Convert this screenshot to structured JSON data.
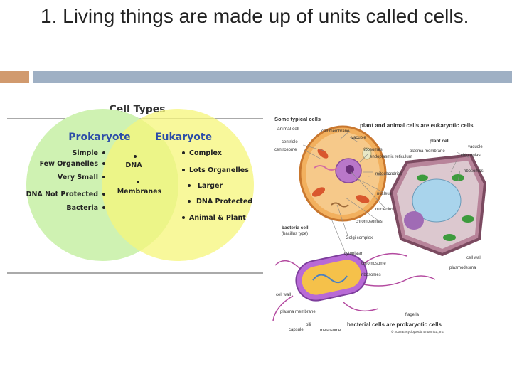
{
  "slide": {
    "title": "1. Living things are made up of units called cells."
  },
  "colors": {
    "band_left": "#d19a6e",
    "band_right": "#9fb0c4",
    "prokaryote_circle": "#cff2b2",
    "eukaryote_circle": "#f5f57a",
    "overlap": "#e2f18a",
    "heading_blue": "#2c4da8"
  },
  "venn": {
    "title": "Cell Types",
    "left_heading": "Prokaryote",
    "right_heading": "Eukaryote",
    "left_items": [
      "Simple",
      "Few Organelles",
      "Very Small",
      "DNA Not Protected",
      "Bacteria"
    ],
    "shared_items": [
      "DNA",
      "Membranes"
    ],
    "right_items": [
      "Complex",
      "Lots Organelles",
      "Larger",
      "DNA Protected",
      "Animal & Plant"
    ]
  },
  "cell_diagram": {
    "heading_left": "Some typical cells",
    "heading_right": "plant and animal cells are eukaryotic cells",
    "animal_cell": "animal cell",
    "plant_cell": "plant cell",
    "bacteria_cell": "bacteria cell",
    "bacteria_type": "(bacillus type)",
    "footer": "bacterial cells are prokaryotic cells",
    "labels": {
      "cell_membrane": "cell membrane",
      "vacuole": "vacuole",
      "centriole": "centriole",
      "centrosome": "centrosome",
      "ribosomes": "ribosomes",
      "er": "endoplasmic reticulum",
      "mitochondrion": "mitochondrion",
      "nucleus": "nucleus",
      "nucleolus": "nucleolus",
      "chromosomes": "chromosomes",
      "golgi": "Golgi complex",
      "cytoplasm": "cytoplasm",
      "plasma_membrane": "plasma membrane",
      "vacuole_plant": "vacuole",
      "chloroplast": "chloroplast",
      "ribosomes_plant": "ribosomes",
      "cell_wall": "cell wall",
      "plasmodesma": "plasmodesma",
      "chromosome_bact": "chromosome",
      "ribosomes_bact": "ribosomes",
      "cell_wall_bact": "cell wall",
      "plasma_membrane_bact": "plasma membrane",
      "flagella": "flagella",
      "pili": "pili",
      "capsule": "capsule",
      "mesosome": "mesosome",
      "credit": "© 2008 Encyclopædia Britannica, Inc."
    }
  }
}
